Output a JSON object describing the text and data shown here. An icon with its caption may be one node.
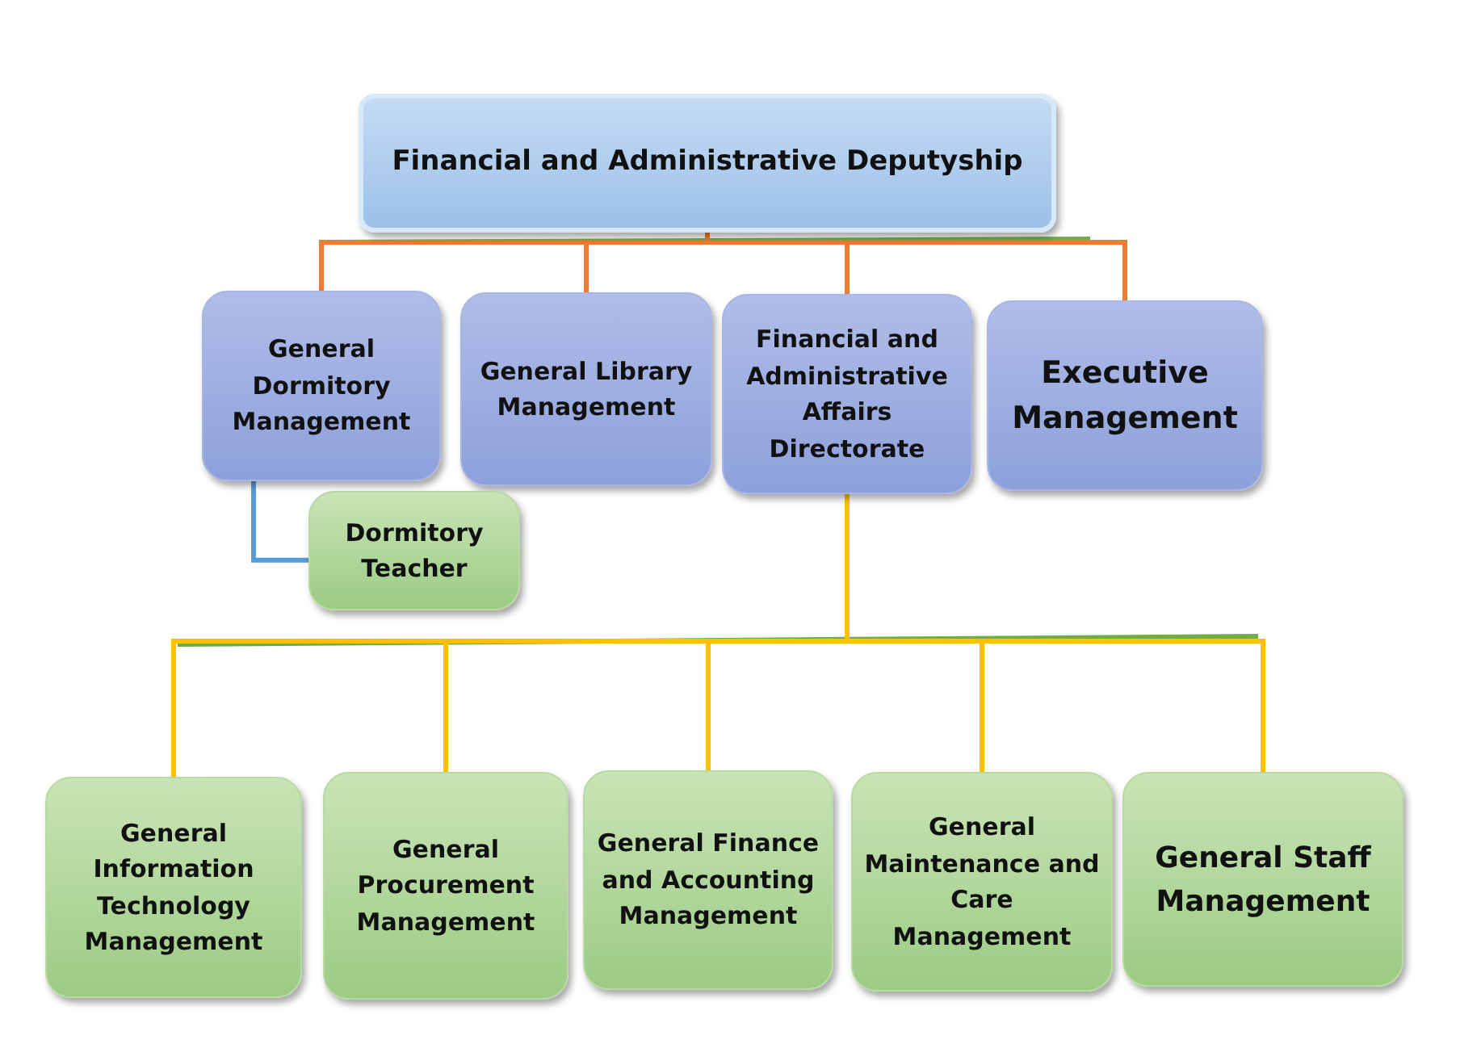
{
  "diagram": {
    "nodes": [
      {
        "text": [
          "Financial and Administrative Deputyship"
        ]
      },
      {
        "text": [
          "General Dormitory Management"
        ]
      },
      {
        "text": [
          "General Library Management"
        ]
      },
      {
        "text": [
          "Financial and Administrative Affairs Directorate"
        ]
      },
      {
        "text": [
          "Executive Management"
        ]
      },
      {
        "text": [
          "Dormitory Teacher"
        ]
      },
      {
        "text": [
          "General Information Technology Management"
        ]
      },
      {
        "text": [
          "General Procurement Management"
        ]
      },
      {
        "text": [
          "General Finance and Accounting Management"
        ]
      },
      {
        "text": [
          "General Maintenance and Care Management"
        ]
      },
      {
        "text": [
          "General Staff Management"
        ]
      }
    ],
    "edges": [
      {
        "from": 0,
        "to": 1,
        "arrow": "none",
        "color": "#ed7d31"
      },
      {
        "from": 0,
        "to": 2,
        "arrow": "none",
        "color": "#ed7d31"
      },
      {
        "from": 0,
        "to": 3,
        "arrow": "none",
        "color": "#ed7d31"
      },
      {
        "from": 0,
        "to": 4,
        "arrow": "none",
        "color": "#ed7d31"
      },
      {
        "from": 1,
        "to": 5,
        "arrow": "none",
        "color": "#5b9bd5"
      },
      {
        "from": 3,
        "to": 6,
        "arrow": "none"
      },
      {
        "from": 3,
        "to": 7,
        "arrow": "none"
      },
      {
        "from": 3,
        "to": 8,
        "arrow": "none"
      },
      {
        "from": 3,
        "to": 9,
        "arrow": "none"
      },
      {
        "from": 3,
        "to": 10,
        "arrow": "none"
      }
    ]
  }
}
